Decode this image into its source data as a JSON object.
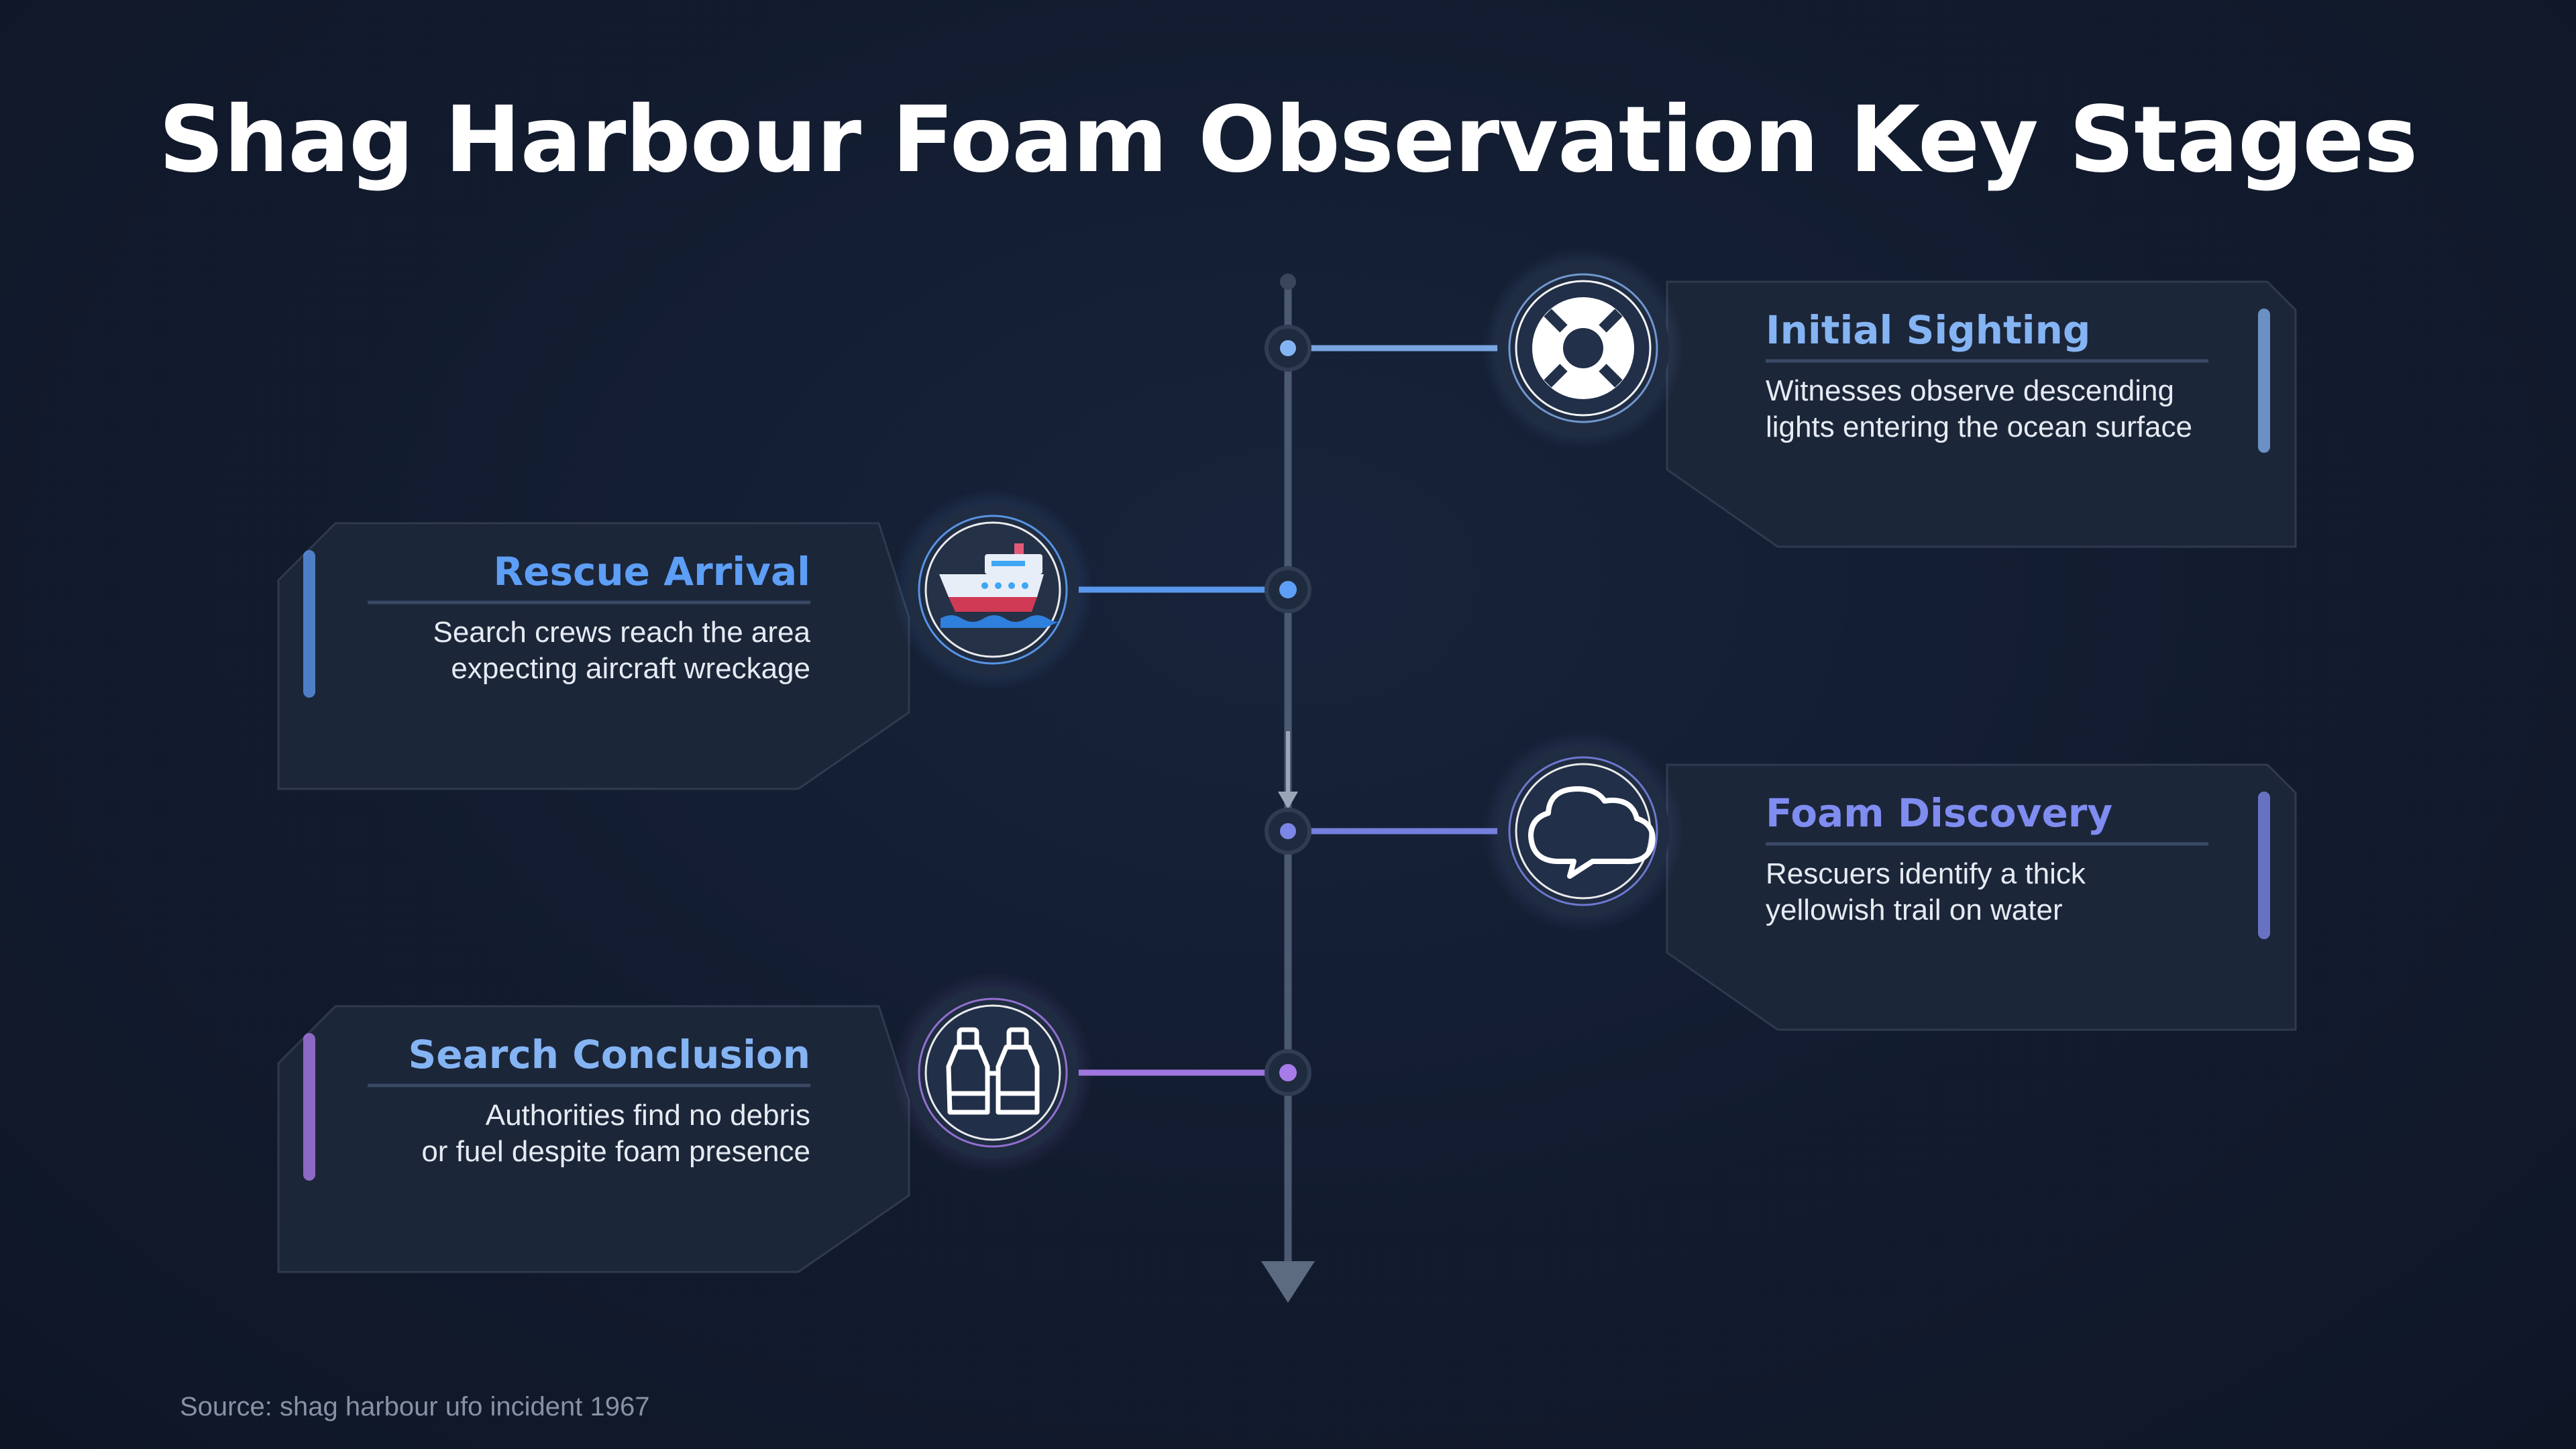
{
  "title": "Shag Harbour Foam Observation Key Stages",
  "source": "Source: shag harbour ufo incident 1967",
  "colors": {
    "background": "#121b2e",
    "card_fill": "#1c2639",
    "axis": "#4b5a70",
    "stage_1_accent": "#84b4f3",
    "stage_2_accent": "#5d9ef6",
    "stage_3_accent": "#7b86e6",
    "stage_4_accent": "#a77be8"
  },
  "stages": [
    {
      "title": "Initial Sighting",
      "description": [
        "Witnesses observe descending",
        "lights entering the ocean surface"
      ],
      "icon": "lifebuoy-icon",
      "side": "right"
    },
    {
      "title": "Rescue Arrival",
      "description": [
        "Search crews reach the area",
        "expecting aircraft wreckage"
      ],
      "icon": "ship-icon",
      "side": "left"
    },
    {
      "title": "Foam Discovery",
      "description": [
        "Rescuers identify a thick",
        "yellowish trail on water"
      ],
      "icon": "speech-bubble-icon",
      "side": "right"
    },
    {
      "title": "Search Conclusion",
      "description": [
        "Authorities find no debris",
        "or fuel despite foam presence"
      ],
      "icon": "binoculars-icon",
      "side": "left"
    }
  ]
}
